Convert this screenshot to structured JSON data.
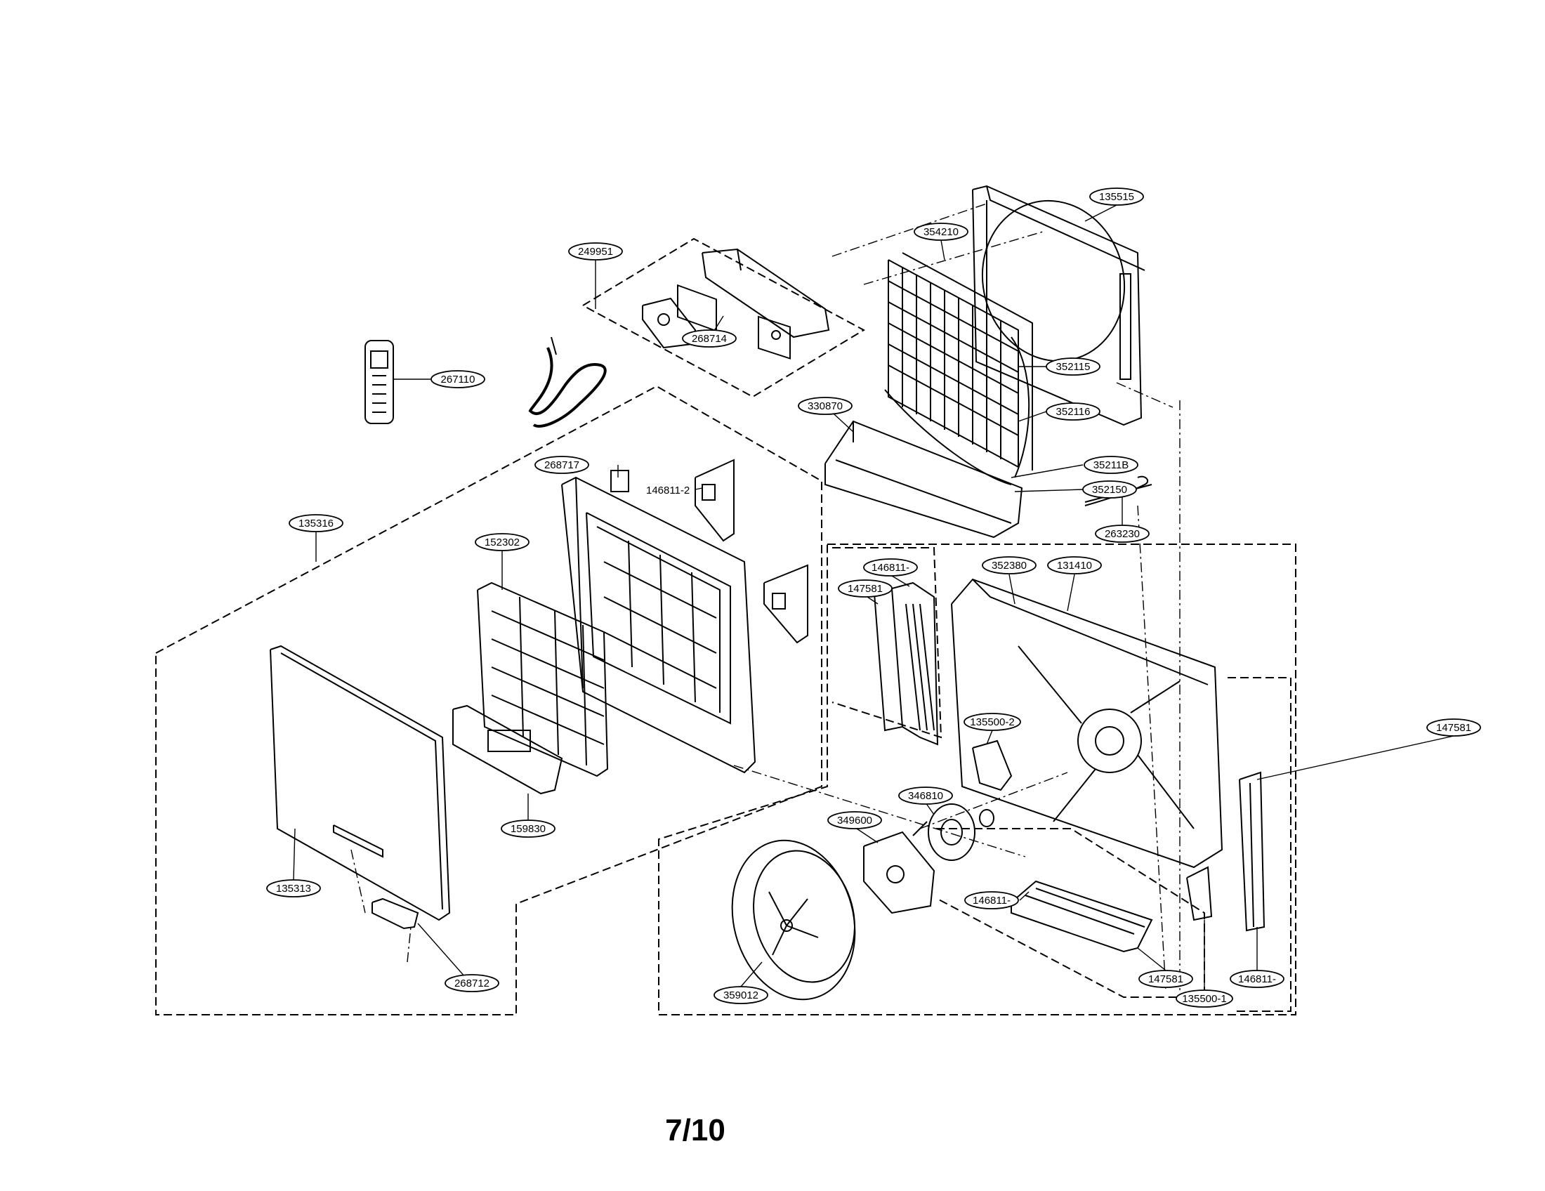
{
  "labels": [
    {
      "id": "135515",
      "text": "135515"
    },
    {
      "id": "249951",
      "text": "249951"
    },
    {
      "id": "354210",
      "text": "354210"
    },
    {
      "id": "268714",
      "text": "268714"
    },
    {
      "id": "267110",
      "text": "267110"
    },
    {
      "id": "352115",
      "text": "352115"
    },
    {
      "id": "330870",
      "text": "330870"
    },
    {
      "id": "352116",
      "text": "352116"
    },
    {
      "id": "268717",
      "text": "268717"
    },
    {
      "id": "146811-2",
      "text": "146811-2"
    },
    {
      "id": "352118",
      "text": "35211B"
    },
    {
      "id": "352150",
      "text": "352150"
    },
    {
      "id": "263230",
      "text": "263230"
    },
    {
      "id": "135316",
      "text": "135316"
    },
    {
      "id": "152302",
      "text": "152302"
    },
    {
      "id": "146811-b",
      "text": "146811-"
    },
    {
      "id": "352380",
      "text": "352380"
    },
    {
      "id": "131410",
      "text": "131410"
    },
    {
      "id": "147581-a",
      "text": "147581"
    },
    {
      "id": "135500-2",
      "text": "135500-2"
    },
    {
      "id": "147581-b",
      "text": "147581"
    },
    {
      "id": "346810",
      "text": "346810"
    },
    {
      "id": "349600",
      "text": "349600"
    },
    {
      "id": "159830",
      "text": "159830"
    },
    {
      "id": "135313",
      "text": "135313"
    },
    {
      "id": "146811-c",
      "text": "146811-"
    },
    {
      "id": "147581-c",
      "text": "147581"
    },
    {
      "id": "146811-d",
      "text": "146811-"
    },
    {
      "id": "268712",
      "text": "268712"
    },
    {
      "id": "359012",
      "text": "359012"
    },
    {
      "id": "135500-1",
      "text": "135500-1"
    }
  ],
  "page_number": "7/10"
}
